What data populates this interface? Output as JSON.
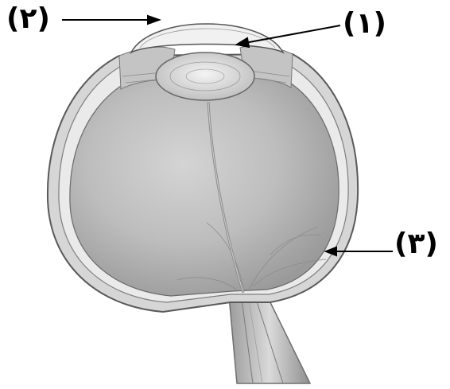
{
  "labels": {
    "l1": "(١)",
    "l2": "(٢)",
    "l3": "(٣)"
  },
  "colors": {
    "background": "#ffffff",
    "ink": "#000000",
    "sclera_outline": "#5a5a5a",
    "vitreous_fill": "#b8b8b8",
    "lens_fill": "#e2e2e2",
    "cornea_fill": "#eeeeee"
  }
}
